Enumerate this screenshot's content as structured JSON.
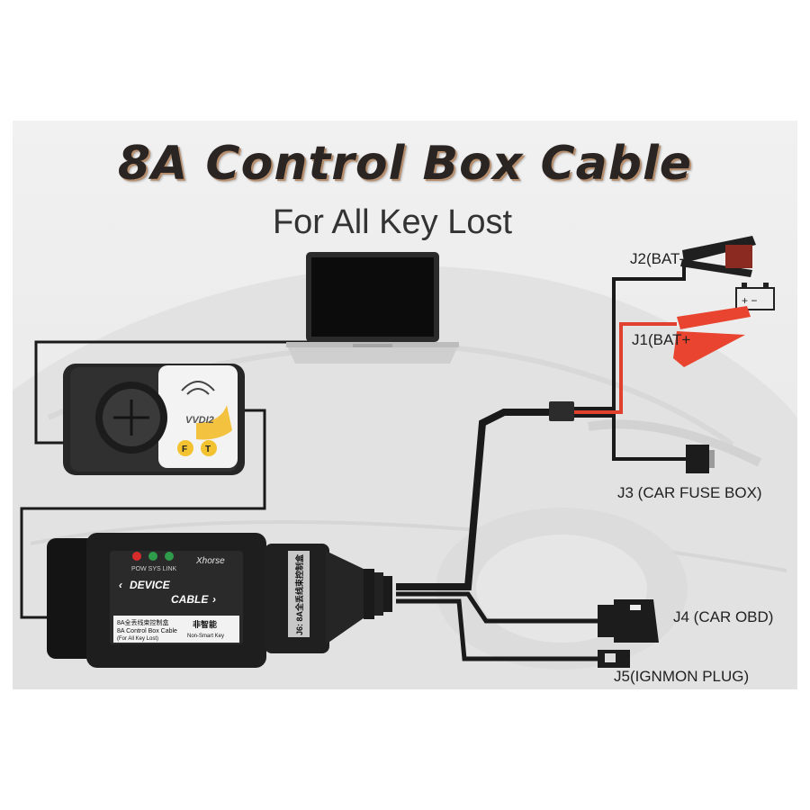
{
  "title": "8A Control Box Cable",
  "subtitle": "For All Key Lost",
  "connectors": {
    "j2": "J2(BAT-",
    "j1": "J1(BAT+",
    "j3": "J3 (CAR FUSE BOX)",
    "j4": "J4 (CAR OBD)",
    "j5": "J5(IGNMON PLUG)"
  },
  "vvdi": {
    "logo": "VVDI2",
    "button_left": "F",
    "button_right": "T"
  },
  "control_box": {
    "brand": "Xhorse",
    "leds": "POW SYS LINK",
    "device_label": "DEVICE",
    "cable_label": "CABLE",
    "cn_name": "8A全丢线束控制盒",
    "en_name": "8A Control Box Cable",
    "note": "(For All Key Lost)",
    "cn_badge": "非智能",
    "badge_sub": "Non-Smart Key"
  },
  "j6_plug": {
    "text": "J6: 8A全丢线束控制盒"
  },
  "colors": {
    "cable": "#1a1a1a",
    "red_wire": "#e0402e",
    "clamp_red": "#e8442f",
    "title_shadow": "#b78f6e"
  }
}
